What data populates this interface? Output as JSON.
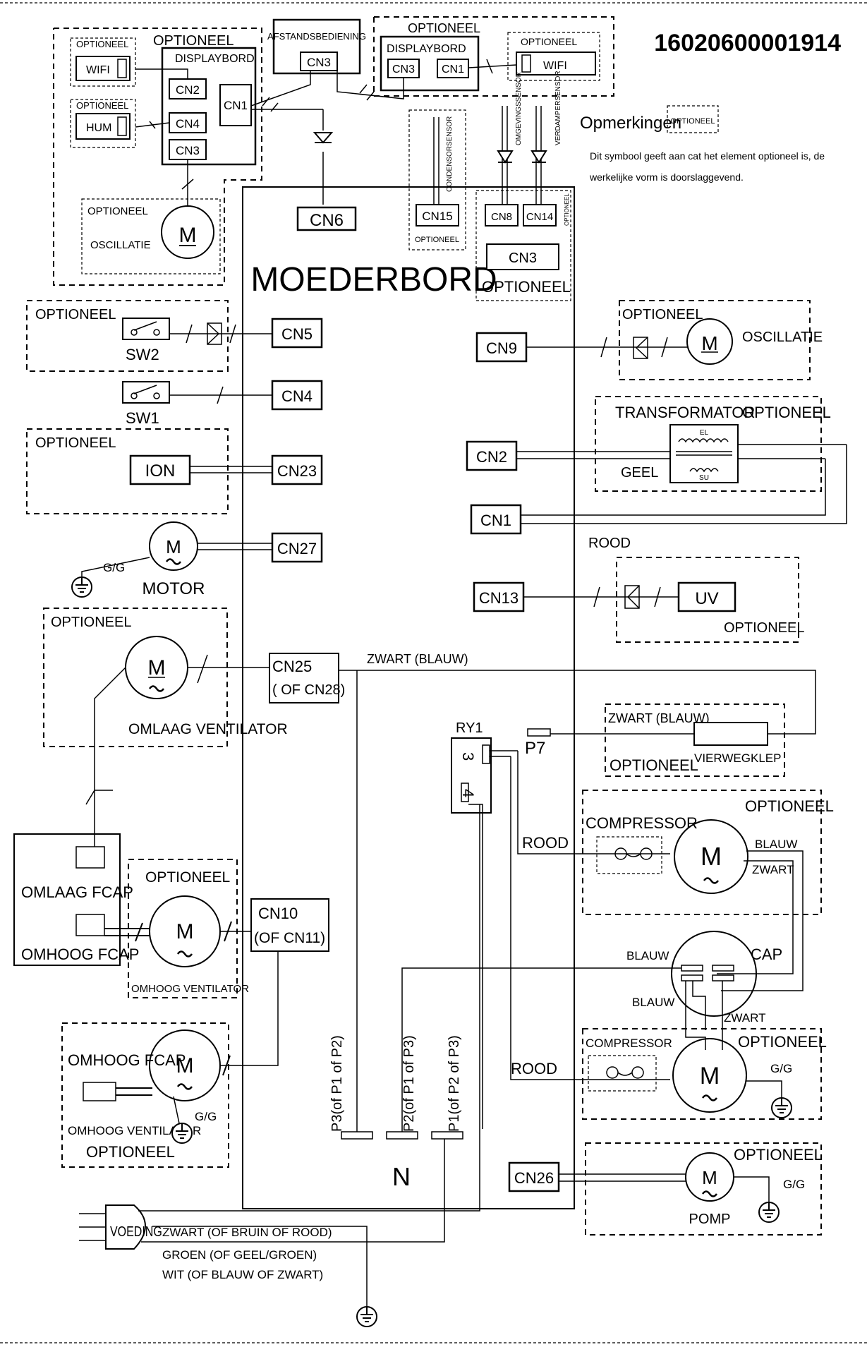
{
  "doc_id": "16020600001914",
  "notes": {
    "title": "Opmerkingen",
    "symbol_label": "OPTIONEEL",
    "line1": "Dit symbool geeft aan cat het element optioneel is, de",
    "line2": "werkelijke vorm is doorslaggevend."
  },
  "optional": "OPTIONEEL",
  "labels": {
    "mainboard": "MOEDERBORD",
    "remote": "AFSTANDSBEDIENING",
    "displayboard": "DISPLAYBORD",
    "wifi": "WIFI",
    "hum": "HUM",
    "oscillation": "OSCILLATIE",
    "motor_m": "M",
    "cond_sensor": "CONDENSORSENSOR",
    "amb_sensor": "OMGEVINGSSENSOR",
    "evap_sensor": "VERDAMPERSENSOR",
    "sw2": "SW2",
    "sw1": "SW1",
    "ion": "ION",
    "motor": "MOTOR",
    "gg": "G/G",
    "down_fan": "OMLAAG VENTILATOR",
    "up_fan": "OMHOOG VENTILATOR",
    "down_fcap": "OMLAAG FCAP",
    "up_fcap": "OMHOOG FCAP",
    "transformer": "TRANSFORMATOR",
    "el": "EL",
    "su": "SU",
    "yellow": "GEEL",
    "red": "ROOD",
    "uv": "UV",
    "black_blue": "ZWART (BLAUW)",
    "reversing_valve": "VIERWEGKLEP",
    "compressor": "COMPRESSOR",
    "blue": "BLAUW",
    "black": "ZWART",
    "cap": "CAP",
    "pump": "POMP",
    "ry1": "RY1",
    "r3": "3",
    "r4": "4",
    "p7": "P7",
    "p3": "P3(of P1 of P2)",
    "p2": "P2(of P1 of P3)",
    "p1": "P1(of P2 of P3)",
    "n": "N",
    "supply": "VOEDING",
    "w_black": "ZWART (OF BRUIN OF ROOD)",
    "w_green": "GROEN (OF GEEL/GROEN)",
    "w_white": "WIT (OF BLAUW OF ZWART)"
  },
  "connectors": {
    "cn1": "CN1",
    "cn2": "CN2",
    "cn3": "CN3",
    "cn4": "CN4",
    "cn5": "CN5",
    "cn6": "CN6",
    "cn8": "CN8",
    "cn9": "CN9",
    "cn13": "CN13",
    "cn14": "CN14",
    "cn15": "CN15",
    "cn23": "CN23",
    "cn25": "CN25",
    "cn25b": "( OF CN28)",
    "cn26": "CN26",
    "cn27": "CN27",
    "cn10": "CN10",
    "cn10b": "(OF CN11)"
  }
}
